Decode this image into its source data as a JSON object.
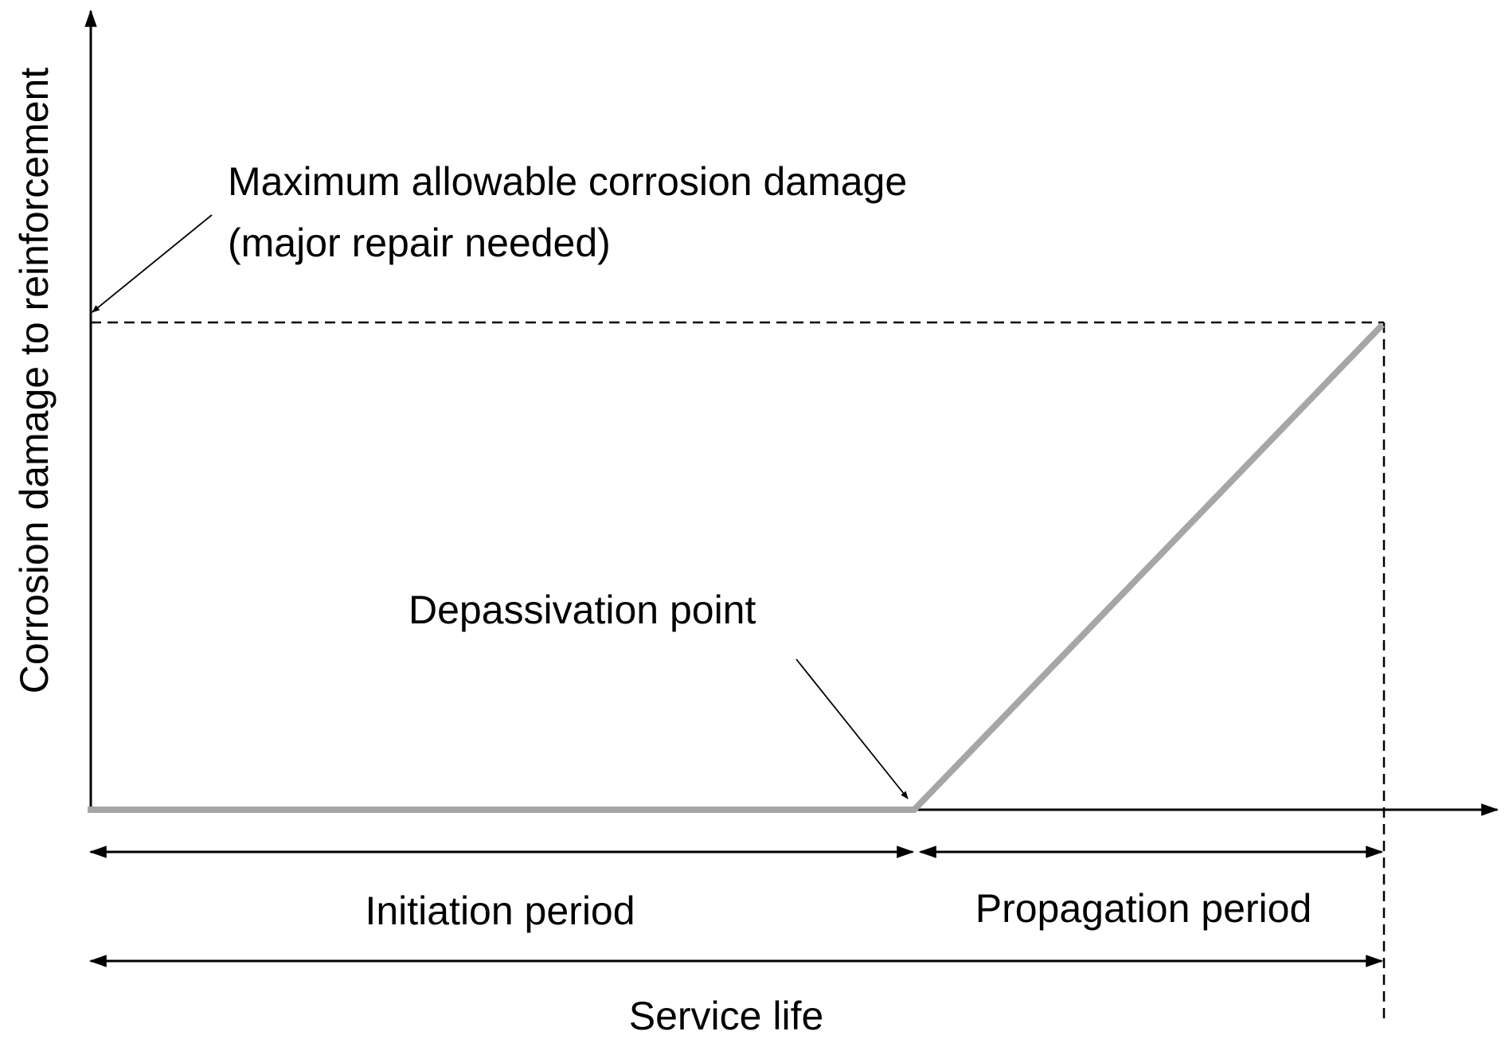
{
  "diagram": {
    "y_axis_label": "Corrosion damage to reinforcement",
    "max_damage_line1": "Maximum allowable corrosion damage",
    "max_damage_line2": "(major repair needed)",
    "depassivation_label": "Depassivation point",
    "initiation_label": "Initiation period",
    "propagation_label": "Propagation period",
    "service_life_label": "Service life"
  },
  "colors": {
    "ink": "#000000",
    "damage_curve": "#a6a6a6",
    "background": "#ffffff"
  }
}
